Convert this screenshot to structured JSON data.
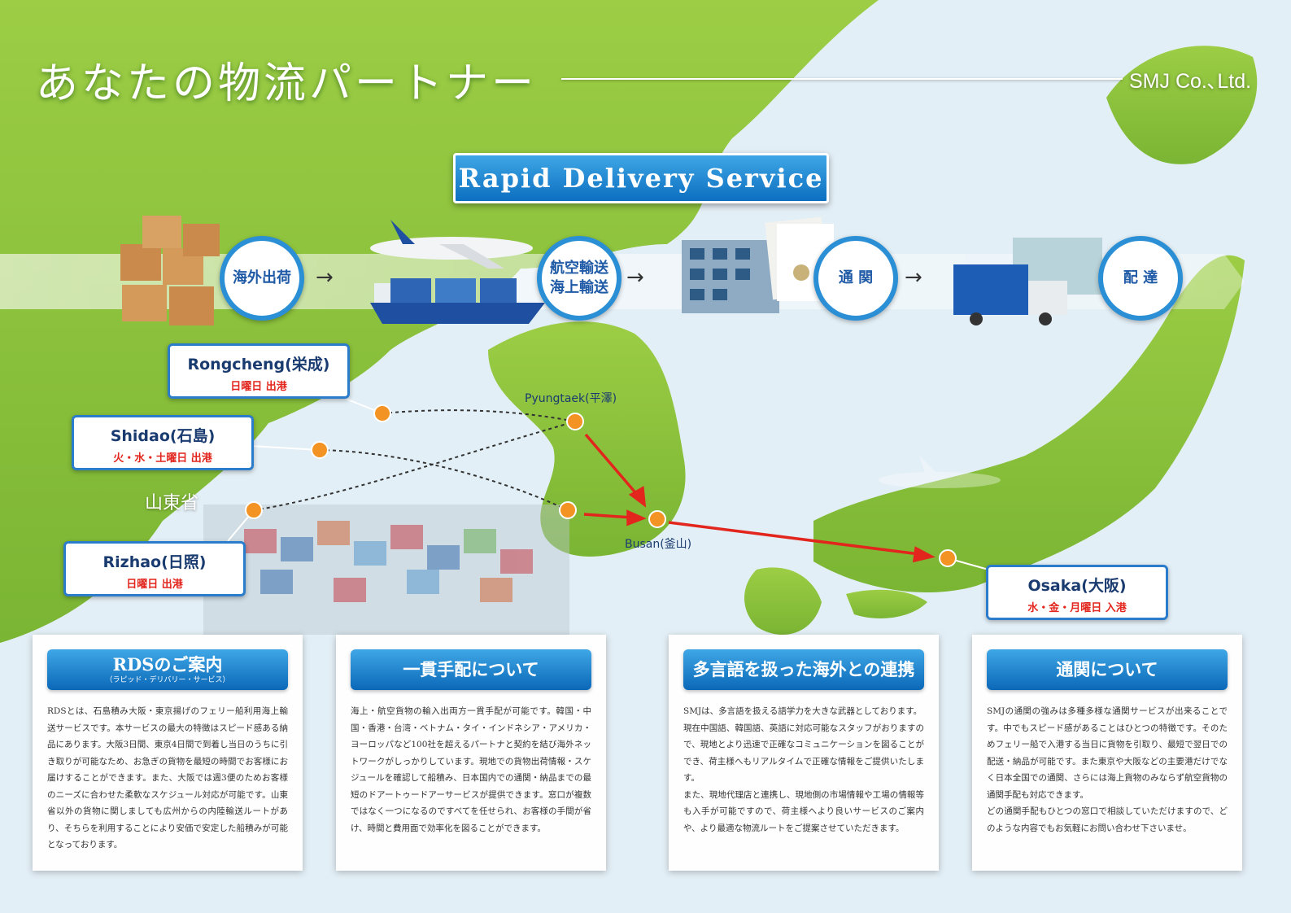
{
  "header": {
    "title": "あなたの物流パートナー",
    "company": "SMJ Co.､Ltd."
  },
  "service_title": "Rapid Delivery Service",
  "flow": {
    "steps": [
      {
        "lines": [
          "海外出荷"
        ]
      },
      {
        "lines": [
          "航空輸送",
          "海上輸送"
        ]
      },
      {
        "lines": [
          "通 関"
        ]
      },
      {
        "lines": [
          "配 達"
        ]
      }
    ],
    "arrow": "→"
  },
  "ports": {
    "rongcheng": {
      "name": "Rongcheng(栄成)",
      "days": "日曜日 出港"
    },
    "shidao": {
      "name": "Shidao(石島)",
      "days": "火・水・土曜日 出港"
    },
    "rizhao": {
      "name": "Rizhao(日照)",
      "days": "日曜日 出港"
    },
    "osaka": {
      "name": "Osaka(大阪)",
      "days": "水・金・月曜日 入港"
    }
  },
  "map_labels": {
    "pyungtaek": "Pyungtaek(平澤)",
    "busan": "Busan(釜山)",
    "shandong": "山東省"
  },
  "colors": {
    "accent_blue": "#0c6fc0",
    "route_red": "#e2261e",
    "port_dot": "#f39323",
    "land_green": "#8cc63f"
  },
  "panels": [
    {
      "title": "RDSのご案内",
      "subtitle": "（ラピッド・デリバリー・サービス）",
      "paragraphs": [
        "RDSとは、石島積み大阪・東京揚げのフェリー船利用海上輸送サービスです。本サービスの最大の特徴はスピード感ある納品にあります。大阪3日間、東京4日間で到着し当日のうちに引き取りが可能なため、お急ぎの貨物を最短の時間でお客様にお届けすることができます。また、大阪では週3便のためお客様のニーズに合わせた柔軟なスケジュール対応が可能です。山東省以外の貨物に関しましても広州からの内陸輸送ルートがあり、そちらを利用することにより安価で安定した船積みが可能となっております。"
      ]
    },
    {
      "title": "一貫手配について",
      "subtitle": "",
      "paragraphs": [
        "海上・航空貨物の輸入出両方一貫手配が可能です。韓国・中国・香港・台湾・ベトナム・タイ・インドネシア・アメリカ・ヨーロッパなど100社を超えるパートナと契約を結び海外ネットワークがしっかりしています。現地での貨物出荷情報・スケジュールを確認して船積み、日本国内での通関・納品までの最短のドアートゥードアーサービスが提供できます。窓口が複数ではなく一つになるのですべてを任せられ、お客様の手間が省け、時間と費用面で効率化を図ることができます。"
      ]
    },
    {
      "title": "多言語を扱った海外との連携",
      "subtitle": "",
      "paragraphs": [
        "SMJは、多言語を扱える語学力を大きな武器としております。",
        "現在中国語、韓国語、英語に対応可能なスタッフがおりますので、現地とより迅速で正確なコミュニケーションを図ることができ、荷主様へもリアルタイムで正確な情報をご提供いたします。",
        "また、現地代理店と連携し、現地側の市場情報や工場の情報等も入手が可能ですので、荷主様へより良いサービスのご案内や、より最適な物流ルートをご提案させていただきます。"
      ]
    },
    {
      "title": "通関について",
      "subtitle": "",
      "paragraphs": [
        "SMJの通関の強みは多種多様な通関サービスが出来ることです。中でもスピード感があることはひとつの特徴です。そのためフェリー船で入港する当日に貨物を引取り、最短で翌日での配送・納品が可能です。また東京や大阪などの主要港だけでなく日本全国での通関、さらには海上貨物のみならず航空貨物の通関手配も対応できます。",
        "どの通関手配もひとつの窓口で相談していただけますので、どのような内容でもお気軽にお問い合わせ下さいませ。"
      ]
    }
  ]
}
